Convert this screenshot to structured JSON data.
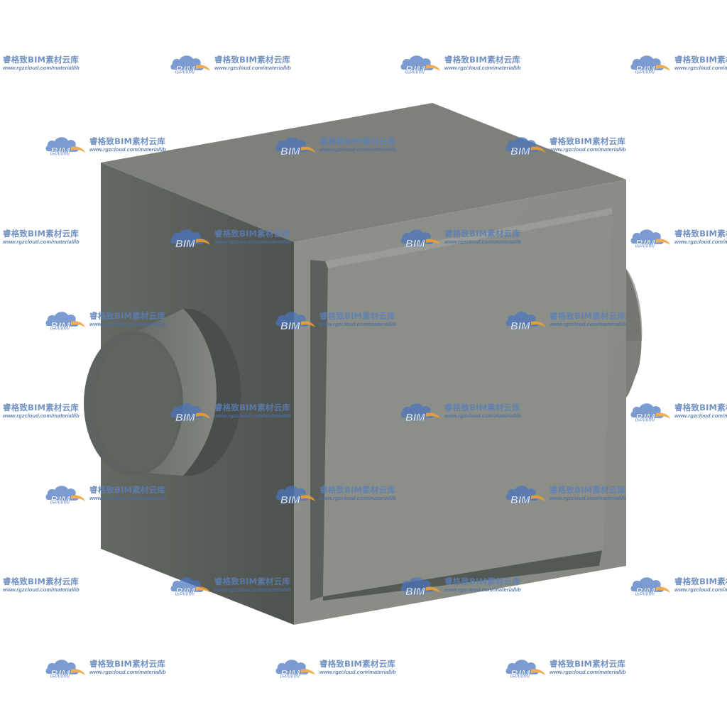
{
  "scene": {
    "subject": "rectangular-duct-unit-3d",
    "colors": {
      "front_face": "#8b8e86",
      "side_face": "#5d615d",
      "top_face": "#7d807b",
      "panel_frame_dark": "#545854",
      "collar": "#7a7d77"
    }
  },
  "watermark": {
    "logo_text": "BIM",
    "name": "睿格致BIM素材云库",
    "url": "www.rgzcloud.com/materiallib",
    "logo_blue": "#4a76c0",
    "logo_orange": "#f0a030"
  }
}
